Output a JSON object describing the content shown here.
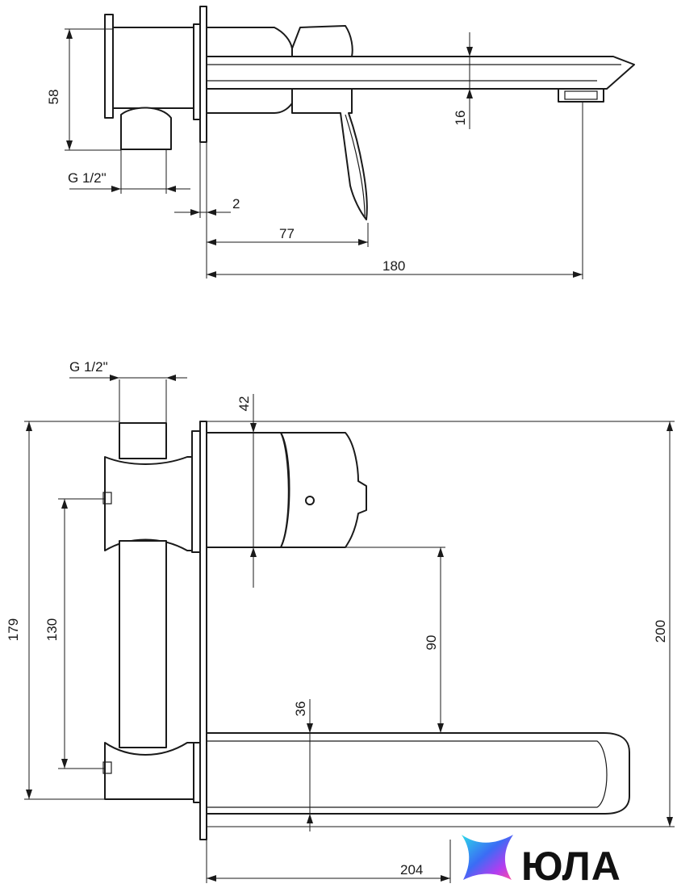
{
  "side_view": {
    "dimensions": {
      "height": "58",
      "thread": "G 1/2\"",
      "plate_thickness": "2",
      "lever_reach": "77",
      "spout_reach": "180",
      "spout_height": "16"
    }
  },
  "front_view": {
    "dimensions": {
      "thread": "G 1/2\"",
      "handle_height": "42",
      "body_height": "179",
      "connection_spacing": "130",
      "handle_to_spout": "90",
      "spout_height": "36",
      "plate_height": "200",
      "spout_reach": "204"
    }
  },
  "brand": {
    "name": "ЮЛА",
    "colors": [
      "#2bd9e8",
      "#3b6cf5",
      "#b23df0",
      "#ff4fa0"
    ]
  }
}
